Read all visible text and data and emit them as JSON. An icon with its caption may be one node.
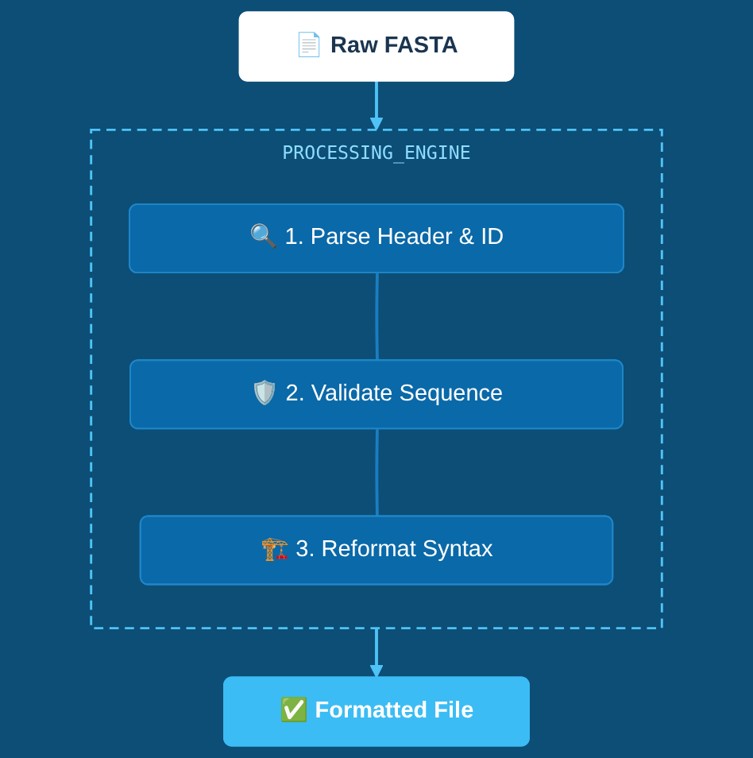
{
  "diagram": {
    "nodes": [
      {
        "text": [
          "📄 Raw FASTA"
        ]
      },
      {
        "text": [
          "PROCESSING_ENGINE"
        ]
      },
      {
        "text": [
          "🔍 1. Parse Header & ID"
        ],
        "in": 1
      },
      {
        "text": [
          "🛡️ 2. Validate Sequence"
        ],
        "in": 1
      },
      {
        "text": [
          "🏗️ 3. Reformat Syntax"
        ],
        "in": 1
      },
      {
        "text": [
          "✅ Formatted File"
        ]
      }
    ],
    "edges": [
      {
        "from": 0,
        "to": 1,
        "arrow": "to"
      },
      {
        "from": 2,
        "to": 3,
        "arrow": "none",
        "color": "#1a7dc2"
      },
      {
        "from": 3,
        "to": 4,
        "arrow": "none",
        "color": "#1a7dc2"
      },
      {
        "from": 1,
        "to": 5,
        "arrow": "to"
      }
    ]
  }
}
